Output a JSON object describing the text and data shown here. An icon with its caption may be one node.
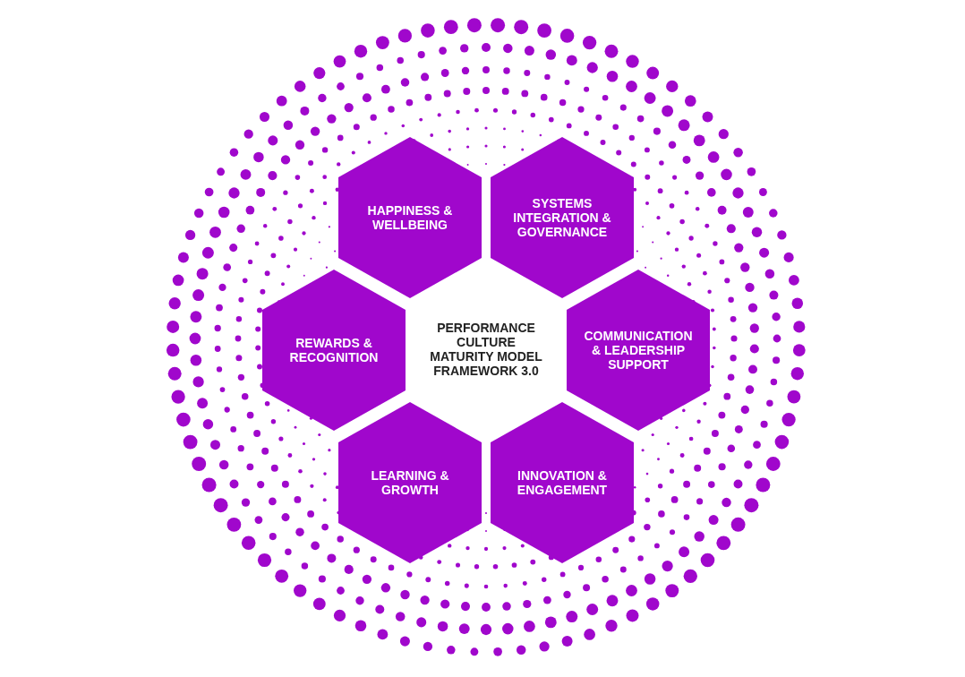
{
  "diagram": {
    "nodes": [
      {
        "text": [
          "HAPPINESS & WELLBEING"
        ]
      },
      {
        "text": [
          "SYSTEMS INTEGRATION & GOVERNANCE"
        ]
      },
      {
        "text": [
          "REWARDS & RECOGNITION"
        ]
      },
      {
        "text": [
          "COMMUNICATION & LEADERSHIP SUPPORT"
        ]
      },
      {
        "text": [
          "LEARNING & GROWTH"
        ]
      },
      {
        "text": [
          "INNOVATION & ENGAGEMENT"
        ]
      }
    ],
    "labels": [
      "PERFORMANCE CULTURE MATURITY MODEL FRAMEWORK 3.0"
    ]
  }
}
